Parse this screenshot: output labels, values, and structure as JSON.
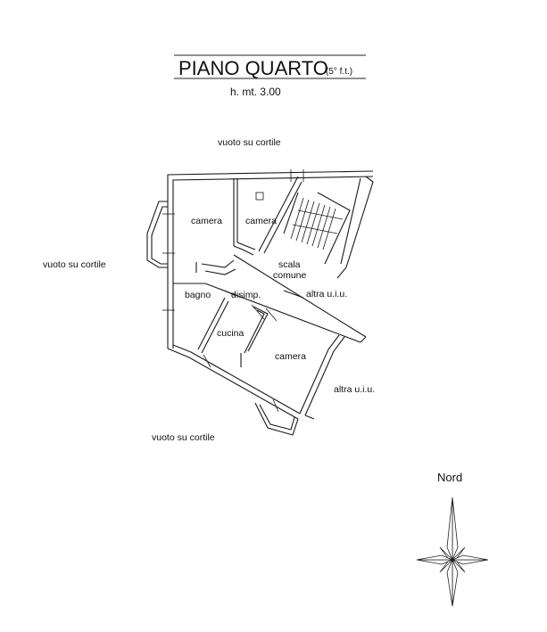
{
  "header": {
    "title": "PIANO QUARTO",
    "subtitle": "(5° f.t.)",
    "height": "h. mt. 3.00"
  },
  "surroundings": {
    "top": "vuoto su cortile",
    "left": "vuoto su cortile",
    "bottom": "vuoto su cortile",
    "right_upper": "altra u.i.u.",
    "right_lower": "altra u.i.u."
  },
  "rooms": {
    "camera_1": "camera",
    "camera_2": "camera",
    "scala_line1": "scala",
    "scala_line2": "comune",
    "bagno": "bagno",
    "disimp": "disimp.",
    "cucina": "cucina",
    "camera_3": "camera"
  },
  "compass": {
    "label": "Nord"
  }
}
